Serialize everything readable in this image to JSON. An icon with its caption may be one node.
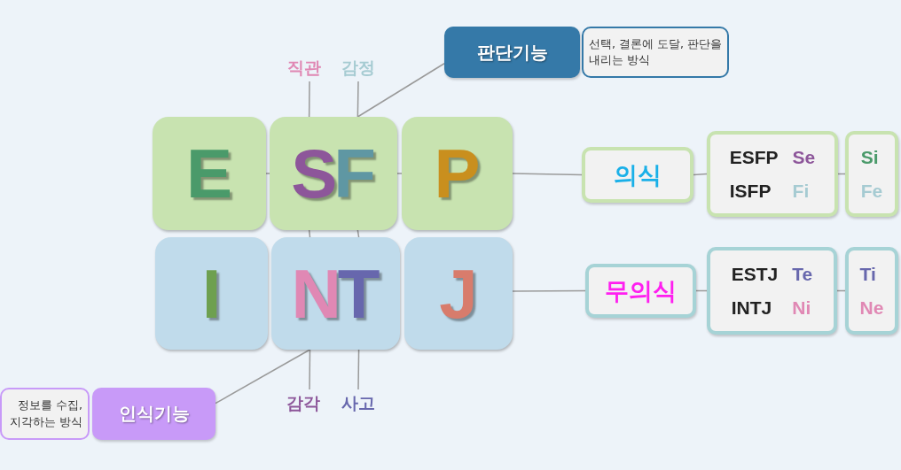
{
  "diagram": {
    "nodes": [
      {
        "text": [
          "판단기능"
        ]
      },
      {
        "text": [
          "선택, 결론에 도달, 판단을 내리는 방식"
        ]
      },
      {
        "text": [
          "직관"
        ]
      },
      {
        "text": [
          "감정"
        ]
      },
      {
        "text": [
          "E"
        ]
      },
      {
        "text": [
          "S",
          "F"
        ]
      },
      {
        "text": [
          "P"
        ]
      },
      {
        "text": [
          "의식"
        ]
      },
      {
        "text": [
          "ESFP",
          "Se",
          "ISFP",
          "Fi"
        ]
      },
      {
        "text": [
          "Si",
          "Fe"
        ]
      },
      {
        "text": [
          "I"
        ]
      },
      {
        "text": [
          "N",
          "T"
        ]
      },
      {
        "text": [
          "J"
        ]
      },
      {
        "text": [
          "무의식"
        ]
      },
      {
        "text": [
          "ESTJ",
          "Te",
          "INTJ",
          "Ni"
        ]
      },
      {
        "text": [
          "Ti",
          "Ne"
        ]
      },
      {
        "text": [
          "정보를 수집, 지각하는 방식"
        ]
      },
      {
        "text": [
          "인식기능"
        ]
      },
      {
        "text": [
          "감각"
        ]
      },
      {
        "text": [
          "사고"
        ]
      }
    ],
    "edges": [
      {
        "from": 2,
        "to": 5,
        "arrow": "none"
      },
      {
        "from": 3,
        "to": 5,
        "arrow": "none"
      },
      {
        "from": 0,
        "to": 5,
        "arrow": "none"
      },
      {
        "from": 4,
        "to": 5,
        "arrow": "none"
      },
      {
        "from": 5,
        "to": 6,
        "arrow": "none"
      },
      {
        "from": 5,
        "to": 11,
        "arrow": "none"
      },
      {
        "from": 5,
        "to": 11,
        "arrow": "none"
      },
      {
        "from": 6,
        "to": 7,
        "arrow": "none"
      },
      {
        "from": 7,
        "to": 8,
        "arrow": "none"
      },
      {
        "from": 8,
        "to": 9,
        "arrow": "none"
      },
      {
        "from": 12,
        "to": 13,
        "arrow": "none"
      },
      {
        "from": 13,
        "to": 14,
        "arrow": "none"
      },
      {
        "from": 14,
        "to": 15,
        "arrow": "none"
      },
      {
        "from": 17,
        "to": 11,
        "arrow": "none"
      },
      {
        "from": 11,
        "to": 18,
        "arrow": "none"
      },
      {
        "from": 11,
        "to": 19,
        "arrow": "none"
      }
    ]
  }
}
